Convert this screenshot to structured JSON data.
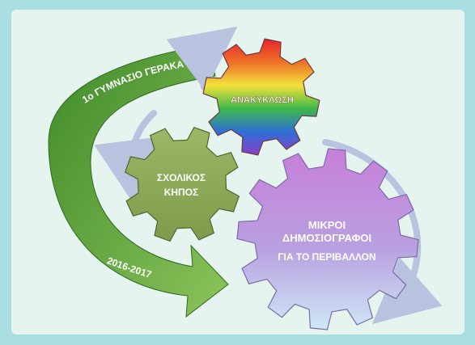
{
  "colors": {
    "frame": "#a9dfe0",
    "panel": "#e6f4ef",
    "arrow_green_dark": "#3f8a2a",
    "arrow_green_light": "#8cc45a",
    "cycle_arrow": "#b8c3e0",
    "gear_school_garden": "#8ea85a",
    "gear_journalists_top": "#c77fd8",
    "gear_journalists_bottom": "#cfe8f7"
  },
  "banner": {
    "school_label": "1ο ΓΥΜΝΑΣΙΟ ΓΕΡΑΚΑ",
    "year_label": "2016-2017"
  },
  "gears": {
    "recycling": {
      "label": "ΑΝΑΚΥΚΛΩΣΗ"
    },
    "school_garden": {
      "line1": "ΣΧΟΛΙΚΟΣ",
      "line2": "ΚΗΠΟΣ"
    },
    "young_journalists": {
      "line1": "ΜΙΚΡΟΙ",
      "line2": "ΔΗΜΟΣΙΟΓΡΑΦΟΙ",
      "line3": "ΓΙΑ ΤΟ ΠΕΡΙΒΑΛΛΟΝ"
    }
  }
}
